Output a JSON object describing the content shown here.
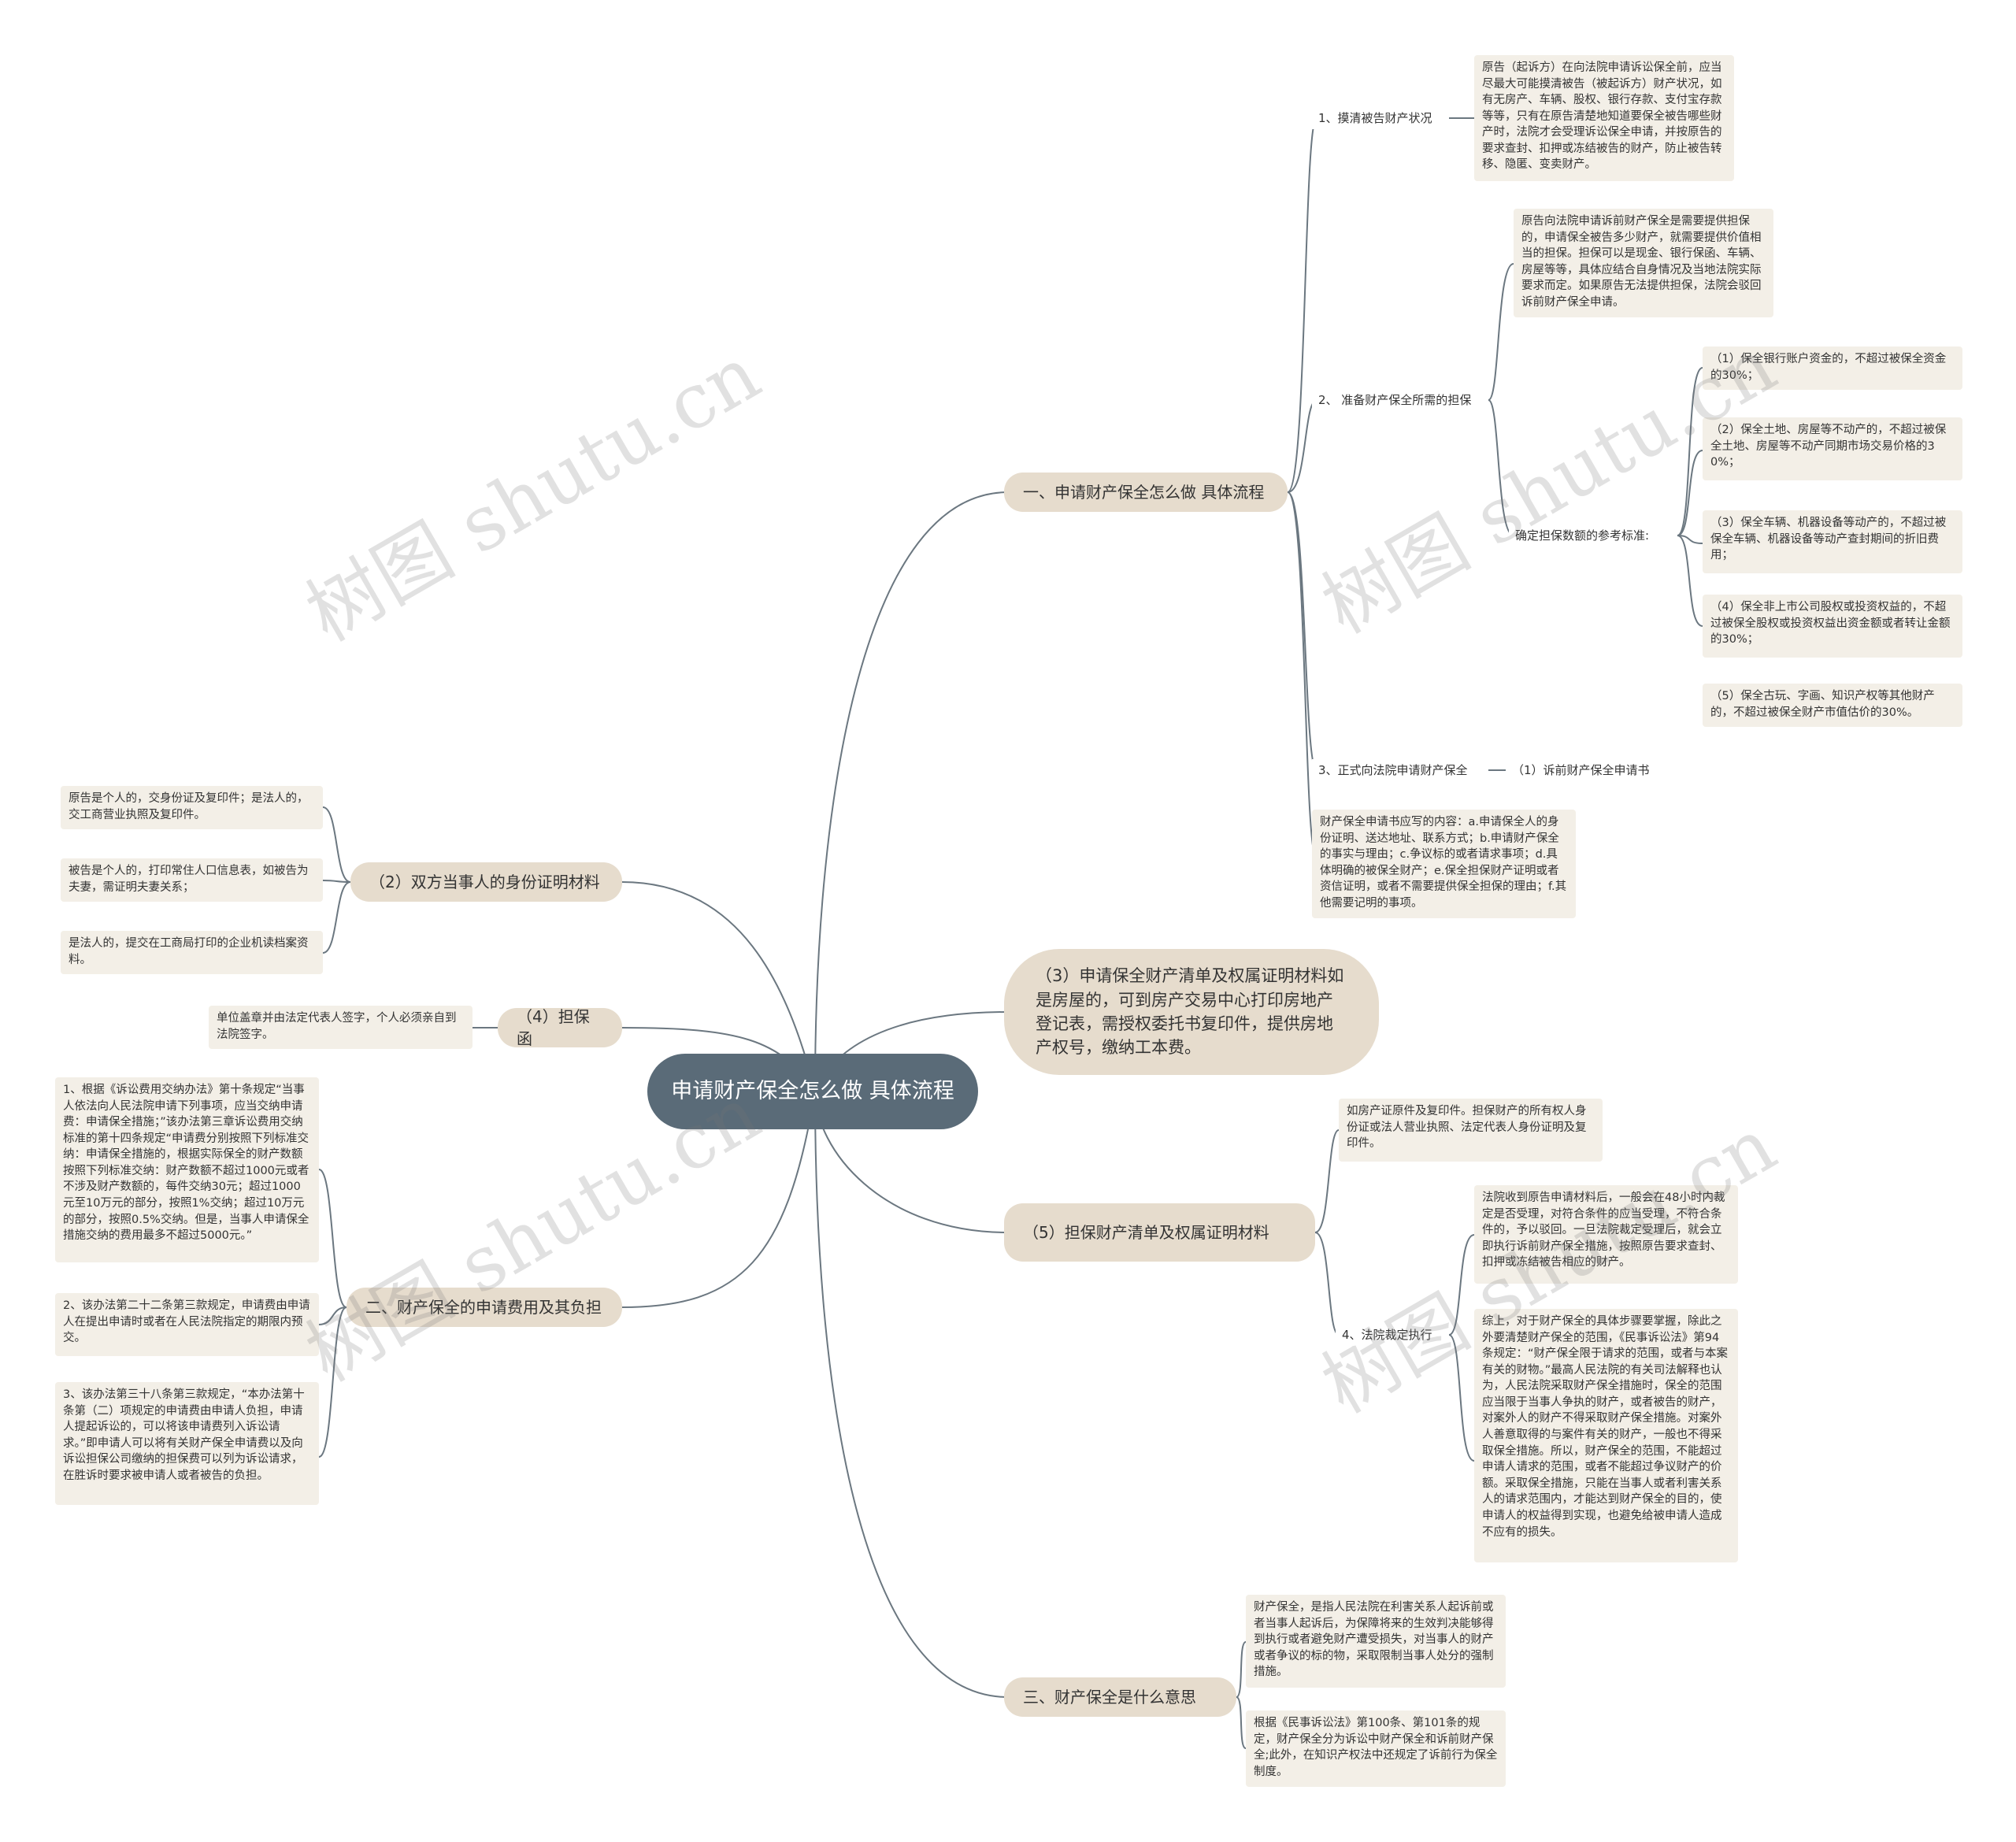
{
  "root": {
    "title": "申请财产保全怎么做 具体流程"
  },
  "watermark": "树图 shutu.cn",
  "branches": {
    "b1": {
      "label": "一、申请财产保全怎么做 具体流程"
    },
    "b3": {
      "label": "（3）申请保全财产清单及权属证明材料如是房屋的，可到房产交易中心打印房地产登记表，需授权委托书复印件，提供房地产权号，缴纳工本费。"
    },
    "b5": {
      "label": "（5）担保财产清单及权属证明材料"
    },
    "b6": {
      "label": "三、财产保全是什么意思"
    },
    "b2": {
      "label": "（2）双方当事人的身份证明材料"
    },
    "b4": {
      "label": "（4）担保函"
    },
    "b7": {
      "label": "二、财产保全的申请费用及其负担"
    }
  },
  "subs": {
    "s1": "1、摸清被告财产状况",
    "s2": "2、 准备财产保全所需的担保",
    "s3": "确定担保数额的参考标准:",
    "s4": "3、正式向法院申请财产保全",
    "s5": "（1）诉前财产保全申请书",
    "s6": "4、法院裁定执行"
  },
  "leaves": {
    "l1": "原告（起诉方）在向法院申请诉讼保全前，应当尽最大可能摸清被告（被起诉方）财产状况，如有无房产、车辆、股权、银行存款、支付宝存款等等，只有在原告清楚地知道要保全被告哪些财产时，法院才会受理诉讼保全申请，并按原告的要求查封、扣押或冻结被告的财产，防止被告转移、隐匿、变卖财产。",
    "l2": "原告向法院申请诉前财产保全是需要提供担保的，申请保全被告多少财产，就需要提供价值相当的担保。担保可以是现金、银行保函、车辆、房屋等等，具体应结合自身情况及当地法院实际要求而定。如果原告无法提供担保，法院会驳回诉前财产保全申请。",
    "l3": "（1）保全银行账户资金的，不超过被保全资金的30%；",
    "l4": "（2）保全土地、房屋等不动产的，不超过被保全土地、房屋等不动产同期市场交易价格的30%；",
    "l5": "（3）保全车辆、机器设备等动产的，不超过被保全车辆、机器设备等动产查封期间的折旧费用；",
    "l6": "（4）保全非上市公司股权或投资权益的，不超过被保全股权或投资权益出资金额或者转让金额的30%；",
    "l7": "（5）保全古玩、字画、知识产权等其他财产的，不超过被保全财产市值估价的30%。",
    "l8": "财产保全申请书应写的内容：a.申请保全人的身份证明、送达地址、联系方式；b.申请财产保全的事实与理由；c.争议标的或者请求事项；d.具体明确的被保全财产；e.保全担保财产证明或者资信证明，或者不需要提供保全担保的理由；f.其他需要记明的事项。",
    "l9": "如房产证原件及复印件。担保财产的所有权人身份证或法人营业执照、法定代表人身份证明及复印件。",
    "l10": "法院收到原告申请材料后，一般会在48小时内裁定是否受理，对符合条件的应当受理，不符合条件的，予以驳回。一旦法院裁定受理后，就会立即执行诉前财产保全措施，按照原告要求查封、扣押或冻结被告相应的财产。",
    "l11": "综上，对于财产保全的具体步骤要掌握，除此之外要清楚财产保全的范围，《民事诉讼法》第94条规定：“财产保全限于请求的范围，或者与本案有关的财物。”最高人民法院的有关司法解释也认为，人民法院采取财产保全措施时，保全的范围应当限于当事人争执的财产，或者被告的财产，对案外人的财产不得采取财产保全措施。对案外人善意取得的与案件有关的财产，一般也不得采取保全措施。所以，财产保全的范围，不能超过申请人请求的范围，或者不能超过争议财产的价额。采取保全措施，只能在当事人或者利害关系人的请求范围内，才能达到财产保全的目的，使申请人的权益得到实现，也避免给被申请人造成不应有的损失。",
    "l12": "财产保全，是指人民法院在利害关系人起诉前或者当事人起诉后，为保障将来的生效判决能够得到执行或者避免财产遭受损失，对当事人的财产或者争议的标的物，采取限制当事人处分的强制措施。",
    "l13": "根据《民事诉讼法》第100条、第101条的规定，财产保全分为诉讼中财产保全和诉前财产保全;此外，在知识产权法中还规定了诉前行为保全制度。",
    "l14": "原告是个人的，交身份证及复印件；是法人的，交工商营业执照及复印件。",
    "l15": "被告是个人的，打印常住人口信息表，如被告为夫妻，需证明夫妻关系；",
    "l16": "是法人的，提交在工商局打印的企业机读档案资料。",
    "l17": "单位盖章并由法定代表人签字，个人必须亲自到法院签字。",
    "l18": "1、根据《诉讼费用交纳办法》第十条规定“当事人依法向人民法院申请下列事项，应当交纳申请费：申请保全措施；”该办法第三章诉讼费用交纳标准的第十四条规定“申请费分别按照下列标准交纳：申请保全措施的，根据实际保全的财产数额按照下列标准交纳：财产数额不超过1000元或者不涉及财产数额的，每件交纳30元；超过1000元至10万元的部分，按照1%交纳；超过10万元的部分，按照0.5%交纳。但是，当事人申请保全措施交纳的费用最多不超过5000元。”",
    "l19": "2、该办法第二十二条第三款规定，申请费由申请人在提出申请时或者在人民法院指定的期限内预交。",
    "l20": "3、该办法第三十八条第三款规定，“本办法第十条第（二）项规定的申请费由申请人负担，申请人提起诉讼的，可以将该申请费列入诉讼请求。”即申请人可以将有关财产保全申请费以及向诉讼担保公司缴纳的担保费可以列为诉讼请求，在胜诉时要求被申请人或者被告的负担。"
  }
}
